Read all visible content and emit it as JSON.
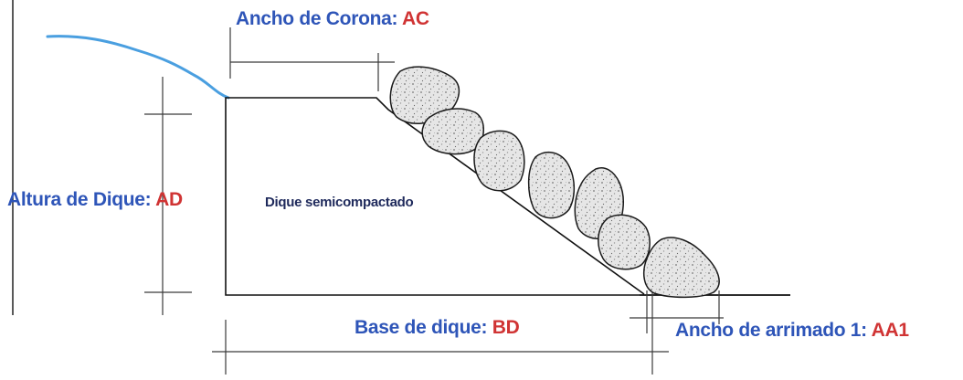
{
  "labels": {
    "crest_width": {
      "text": "Ancho de Corona: ",
      "code": "AC"
    },
    "dike_height": {
      "text": "Altura de Dique: ",
      "code": "AD"
    },
    "dike_base": {
      "text": "Base de dique: ",
      "code": "BD"
    },
    "toe_width": {
      "text": "Ancho de arrimado 1: ",
      "code": "AA1"
    },
    "dike_body": "Dique semicompactado"
  },
  "colors": {
    "label_text": "#2e55b8",
    "label_code": "#d03434",
    "water_line": "#4a9fe0",
    "outline": "#111111",
    "stone_fill": "#e4e4e4"
  }
}
